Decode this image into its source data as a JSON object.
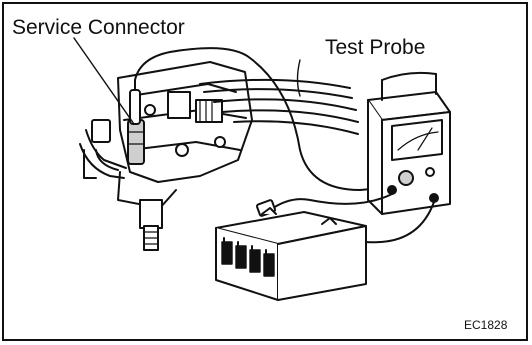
{
  "labels": {
    "service_connector": "Service Connector",
    "test_probe": "Test Probe",
    "figure_code": "EC1828"
  },
  "colors": {
    "ink": "#111111",
    "paper": "#ffffff",
    "shade": "#cfcfcf"
  }
}
